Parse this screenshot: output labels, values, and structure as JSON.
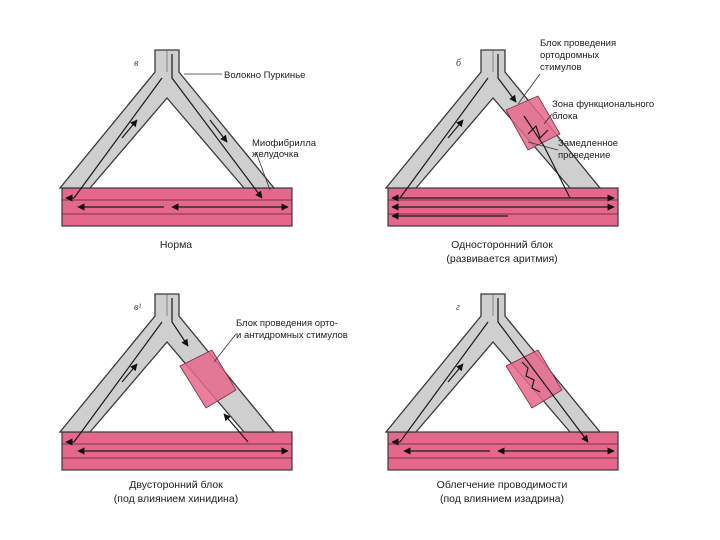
{
  "panels": [
    {
      "letter": "в",
      "caption_lines": [
        "Норма"
      ],
      "annotations": [
        "Волокно Пуркинье",
        "Миофибрилла",
        "желудочка"
      ]
    },
    {
      "letter": "б",
      "caption_lines": [
        "Односторонний блок",
        "(развивается аритмия)"
      ],
      "annotations": [
        "Блок проведения",
        "ортодромных",
        "стимулов",
        "Зона функционального",
        "блока",
        "Замедленное",
        "проведение"
      ]
    },
    {
      "letter": "в¹",
      "caption_lines": [
        "Двусторонний блок",
        "(под влиянием хинидина)"
      ],
      "annotations": [
        "Блок проведения орто-",
        "и антидромных стимулов"
      ]
    },
    {
      "letter": "г",
      "caption_lines": [
        "Облегчение проводимости",
        "(под влиянием изадрина)"
      ],
      "annotations": []
    }
  ],
  "colors": {
    "muscle": "#e5688c",
    "fiber": "#cfcfcf"
  }
}
